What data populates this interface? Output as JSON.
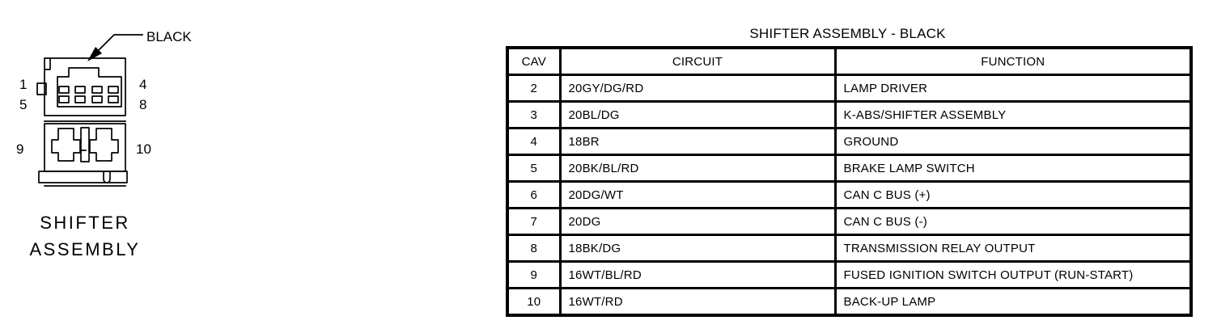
{
  "colors": {
    "ink": "#000000",
    "paper": "#ffffff"
  },
  "connector_diagram": {
    "color_callout": "BLACK",
    "name_line1": "SHIFTER",
    "name_line2": "ASSEMBLY",
    "pins": {
      "top_row_left": "1",
      "bottom_row_left": "5",
      "top_row_right": "4",
      "bottom_row_right": "8",
      "lower_left": "9",
      "lower_right": "10"
    }
  },
  "pinout_table": {
    "title": "SHIFTER ASSEMBLY - BLACK",
    "columns": {
      "cav": "CAV",
      "circuit": "CIRCUIT",
      "function": "FUNCTION"
    },
    "rows": [
      {
        "cav": "2",
        "circuit": "20GY/DG/RD",
        "function": "LAMP DRIVER"
      },
      {
        "cav": "3",
        "circuit": "20BL/DG",
        "function": "K-ABS/SHIFTER ASSEMBLY"
      },
      {
        "cav": "4",
        "circuit": "18BR",
        "function": "GROUND"
      },
      {
        "cav": "5",
        "circuit": "20BK/BL/RD",
        "function": "BRAKE LAMP SWITCH"
      },
      {
        "cav": "6",
        "circuit": "20DG/WT",
        "function": "CAN C BUS (+)"
      },
      {
        "cav": "7",
        "circuit": "20DG",
        "function": "CAN C BUS (-)"
      },
      {
        "cav": "8",
        "circuit": "18BK/DG",
        "function": "TRANSMISSION RELAY OUTPUT"
      },
      {
        "cav": "9",
        "circuit": "16WT/BL/RD",
        "function": "FUSED IGNITION SWITCH OUTPUT (RUN-START)"
      },
      {
        "cav": "10",
        "circuit": "16WT/RD",
        "function": "BACK-UP LAMP"
      }
    ]
  }
}
